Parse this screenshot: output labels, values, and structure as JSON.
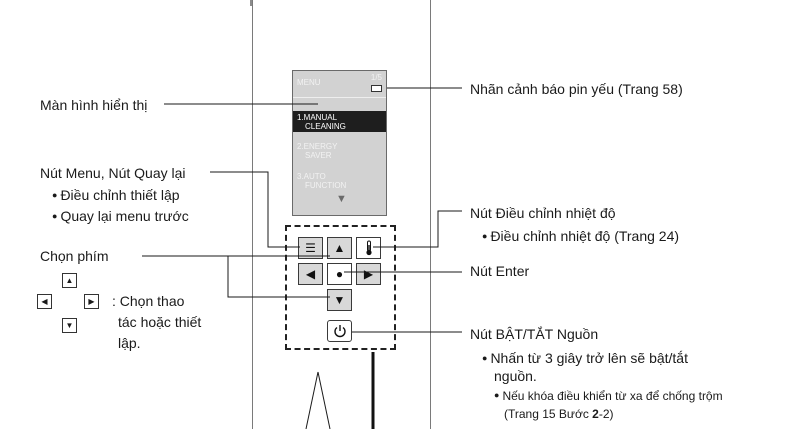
{
  "lcd": {
    "menu_label": "MENU",
    "page_indicator": "1/5",
    "items": [
      {
        "line1": "1.MANUAL",
        "line2": "CLEANING"
      },
      {
        "line1": "2.ENERGY",
        "line2": "SAVER"
      },
      {
        "line1": "3.AUTO",
        "line2": "FUNCTION"
      }
    ],
    "scroll_glyph": "▼"
  },
  "buttons": {
    "menu_glyph": "☰",
    "up_glyph": "▲",
    "left_glyph": "◀",
    "enter_glyph": "●",
    "right_glyph": "▶",
    "down_glyph": "▼",
    "power_glyph": "⏻"
  },
  "labels": {
    "display": "Màn hình hiển thị",
    "menu_back": "Nút Menu, Nút Quay lại",
    "menu_back_b1": "Điều chỉnh thiết lập",
    "menu_back_b2": "Quay lại menu trước",
    "select_keys": "Chọn phím",
    "select_desc_1": ": Chọn thao",
    "select_desc_2": "tác hoặc thiết",
    "select_desc_3": "lập.",
    "battery": "Nhãn cảnh báo pin yếu (Trang 58)",
    "temp": "Nút Điều chỉnh nhiệt độ",
    "temp_b1": "Điều chỉnh nhiệt độ (Trang 24)",
    "enter": "Nút Enter",
    "power": "Nút BẬT/TẮT Nguồn",
    "power_b1_l1": "Nhấn từ 3 giây trở lên sẽ bật/tắt",
    "power_b1_l2": "nguồn.",
    "power_b2_l1": "Nếu khóa điều khiển từ xa để chống trộm",
    "power_b2_l2_pre": "(Trang 15 Bước ",
    "power_b2_l2_bold": "2",
    "power_b2_l2_post": "-2)"
  },
  "colors": {
    "lcd_bg": "#d2d2d2",
    "button_bg": "#d8d8d8",
    "selected_item_bg": "#1e1e1e",
    "line": "#1a1a1a"
  }
}
